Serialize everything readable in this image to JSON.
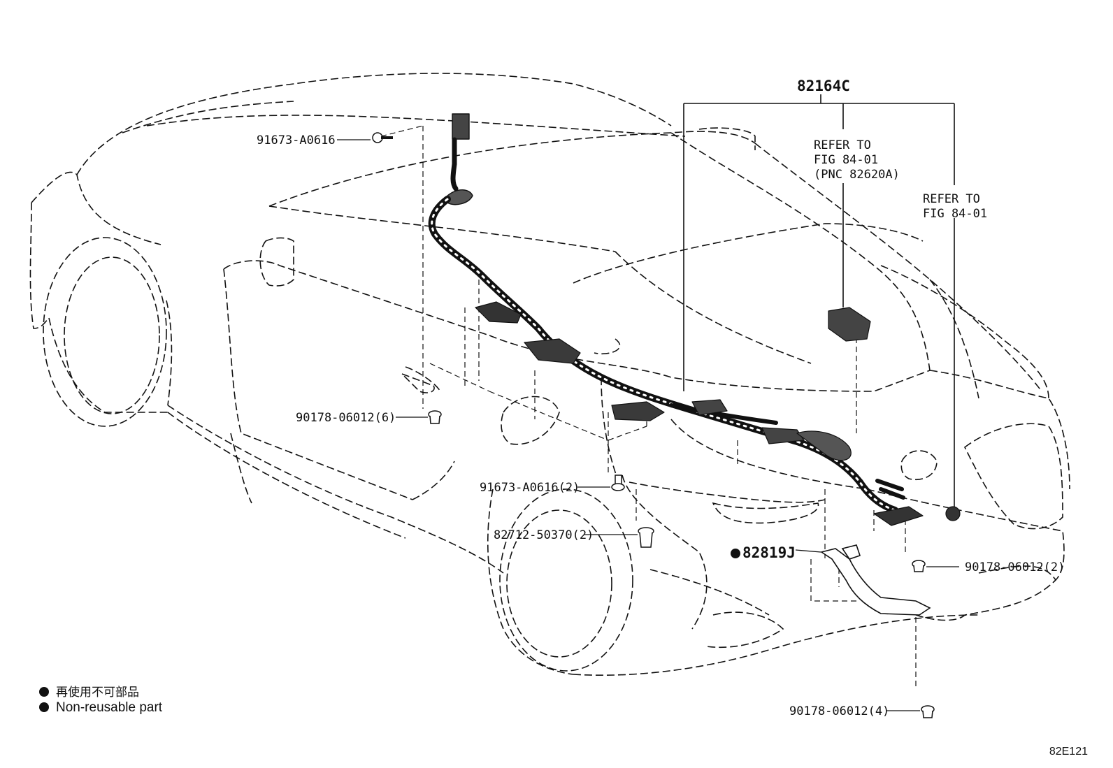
{
  "diagram": {
    "callouts": {
      "assembly": "82164C",
      "refer_1_line1": "REFER TO",
      "refer_1_line2": "FIG 84-01",
      "refer_1_line3": "(PNC 82620A)",
      "refer_2_line1": "REFER TO",
      "refer_2_line2": "FIG 84-01",
      "bolt_top": "91673-A0616",
      "clip_left": "90178-06012(6)",
      "bolt_mid": "91673-A0616(2)",
      "clamp": "82712-50370(2)",
      "bracket": "82819J",
      "clip_right": "90178-06012(2)",
      "clip_bottom": "90178-06012(4)"
    },
    "legend": {
      "japanese": "再使用不可部品",
      "english": "Non-reusable part"
    },
    "figure_code": "82E121"
  }
}
